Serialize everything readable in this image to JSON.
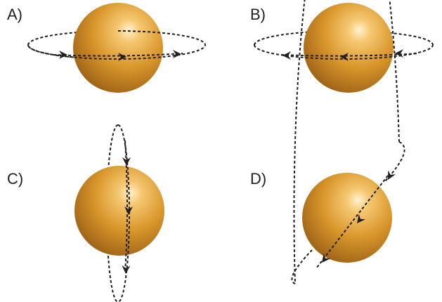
{
  "panels": [
    {
      "label": "A)"
    },
    {
      "label": "B)"
    },
    {
      "label": "C)"
    },
    {
      "label": "D)"
    }
  ],
  "colors": {
    "sphere_highlight": "#fff2d0",
    "sphere_mid": "#e0a030",
    "sphere_edge": "#a8681a",
    "orbit_stroke": "#231f20"
  }
}
